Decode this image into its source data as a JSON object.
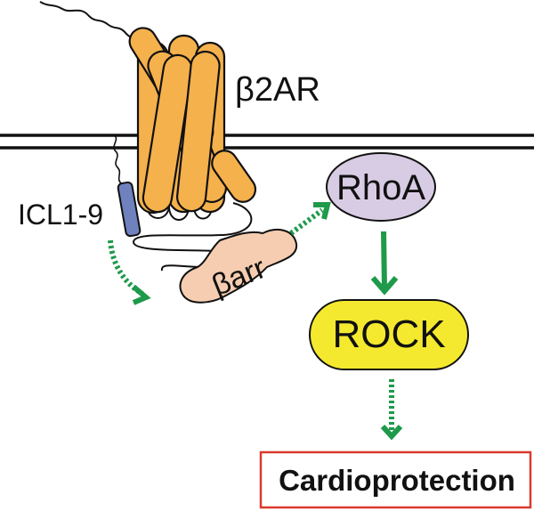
{
  "diagram": {
    "receptor_label": "β2AR",
    "peptide_label": "ICL1-9",
    "arrestin_label": "βarr",
    "rhoa_label": "RhoA",
    "rock_label": "ROCK",
    "outcome_label": "Cardioprotection"
  },
  "colors": {
    "helix": "#F5B14C",
    "peptide": "#6F82BE",
    "arrestin": "#F6CDB0",
    "rhoa": "#D8CCE4",
    "rock": "#F4E92E",
    "arrow": "#1E9A4A",
    "outcome_border": "#D93A2E"
  }
}
